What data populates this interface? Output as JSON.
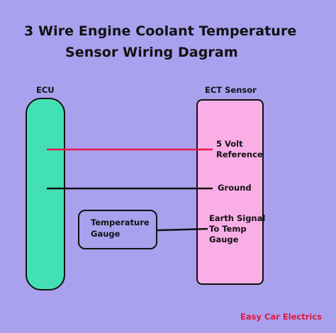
{
  "title": {
    "line1": "3 Wire Engine Coolant Temperature",
    "line2": "Sensor Wiring Dagram"
  },
  "labels": {
    "ecu": "ECU",
    "ect_sensor": "ECT Sensor"
  },
  "gauge": {
    "line1": "Temperature",
    "line2": "Gauge"
  },
  "pins": {
    "five_volt": {
      "line1": "5 Volt",
      "line2": "Reference"
    },
    "ground": "Ground",
    "earth_signal": {
      "line1": "Earth Signal",
      "line2": "To Temp",
      "line3": "Gauge"
    }
  },
  "brand": "Easy Car Electrics",
  "colors": {
    "background": "#a9a0ee",
    "ecu_fill": "#44e0b5",
    "sensor_fill": "#f9aee6",
    "reference_wire": "#e8174a",
    "ground_wire": "#111111",
    "brand_text": "#e3173a"
  }
}
